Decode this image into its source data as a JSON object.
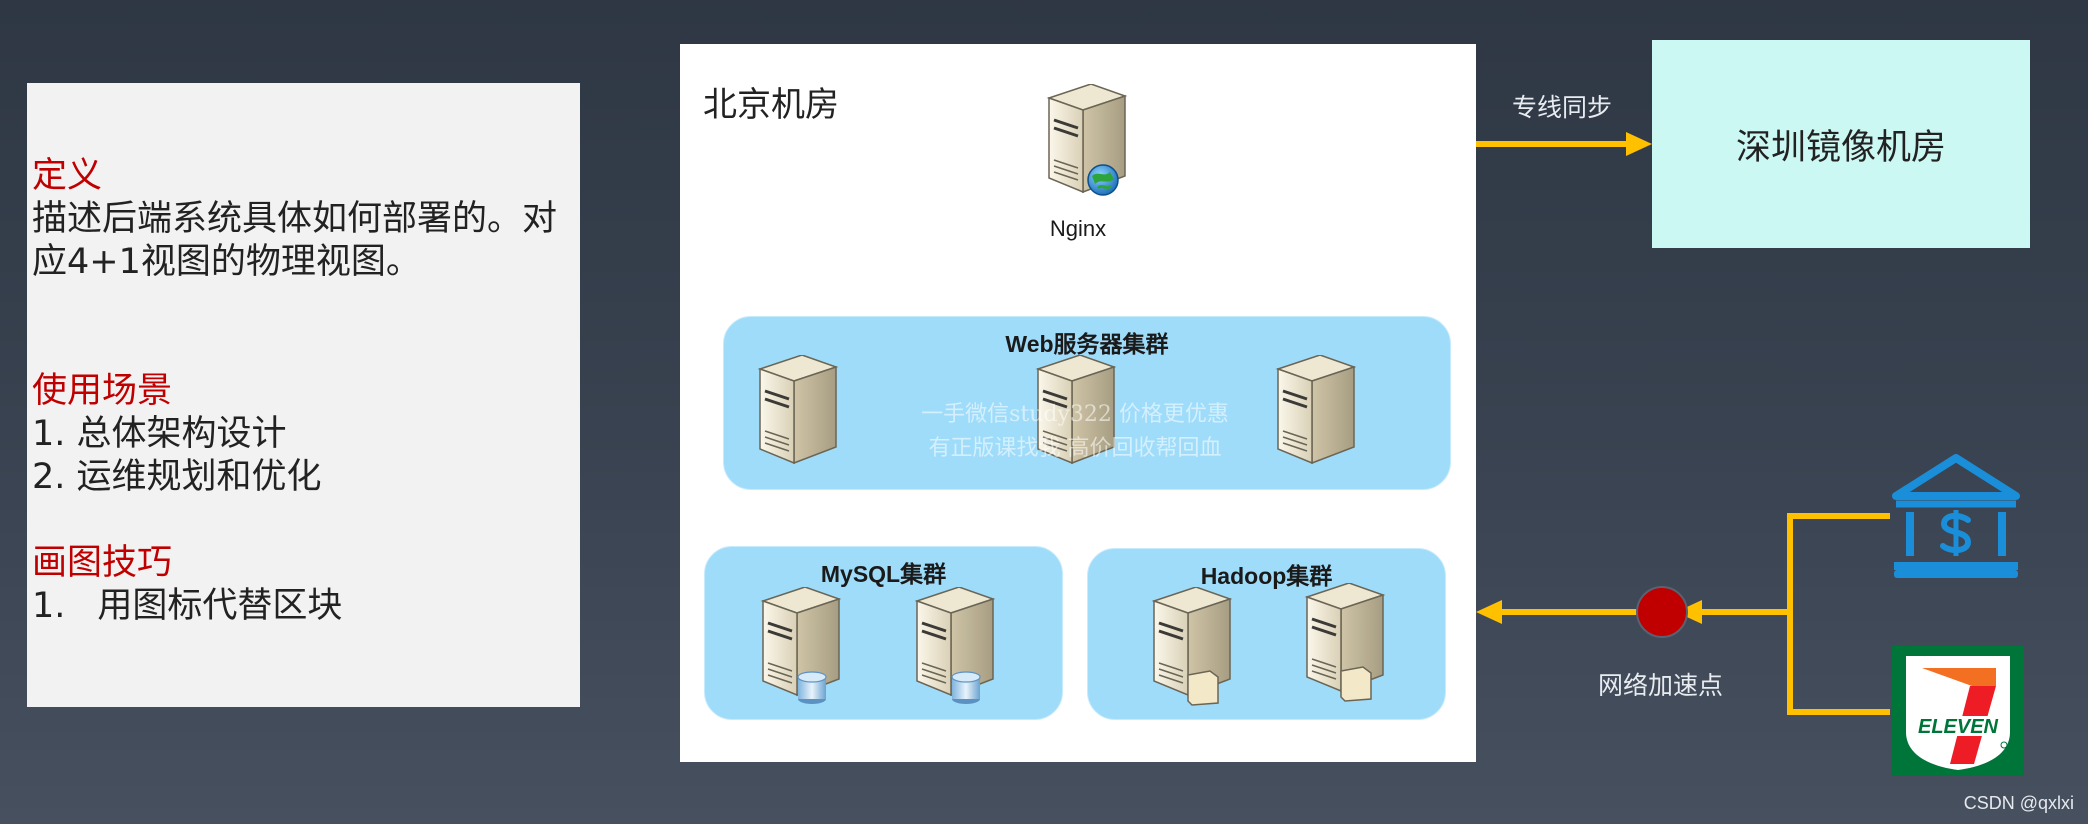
{
  "left_panel": {
    "definition_heading": "定义",
    "definition_line1": "描述后端系统具体如何部署的。对",
    "definition_line2": "应4+1视图的物理视图。",
    "scenarios_heading": "使用场景",
    "scenario_1": "1. 总体架构设计",
    "scenario_2": "2. 运维规划和优化",
    "tips_heading": "画图技巧",
    "tip_1_number": "1.",
    "tip_1_text": "用图标代替区块"
  },
  "beijing": {
    "title": "北京机房",
    "nginx_label": "Nginx",
    "web_cluster_title": "Web服务器集群",
    "mysql_cluster_title": "MySQL集群",
    "hadoop_cluster_title": "Hadoop集群"
  },
  "watermark": {
    "line1": "一手微信study322 价格更优惠",
    "line2": "有正版课找我 高价回收帮回血"
  },
  "shenzhen": {
    "title": "深圳镜像机房",
    "sync_label": "专线同步"
  },
  "accel": {
    "label": "网络加速点"
  },
  "icons": {
    "bank": "bank-icon",
    "seven_eleven_logo": "ELEVEN"
  },
  "colors": {
    "arrow": "#ffc000",
    "accel_node": "#c00000",
    "cluster_fill": "#9fdcfa",
    "bank_icon": "#1a8ed8",
    "heading_red": "#c00000"
  },
  "footer": {
    "credit": "CSDN @qxlxi"
  }
}
